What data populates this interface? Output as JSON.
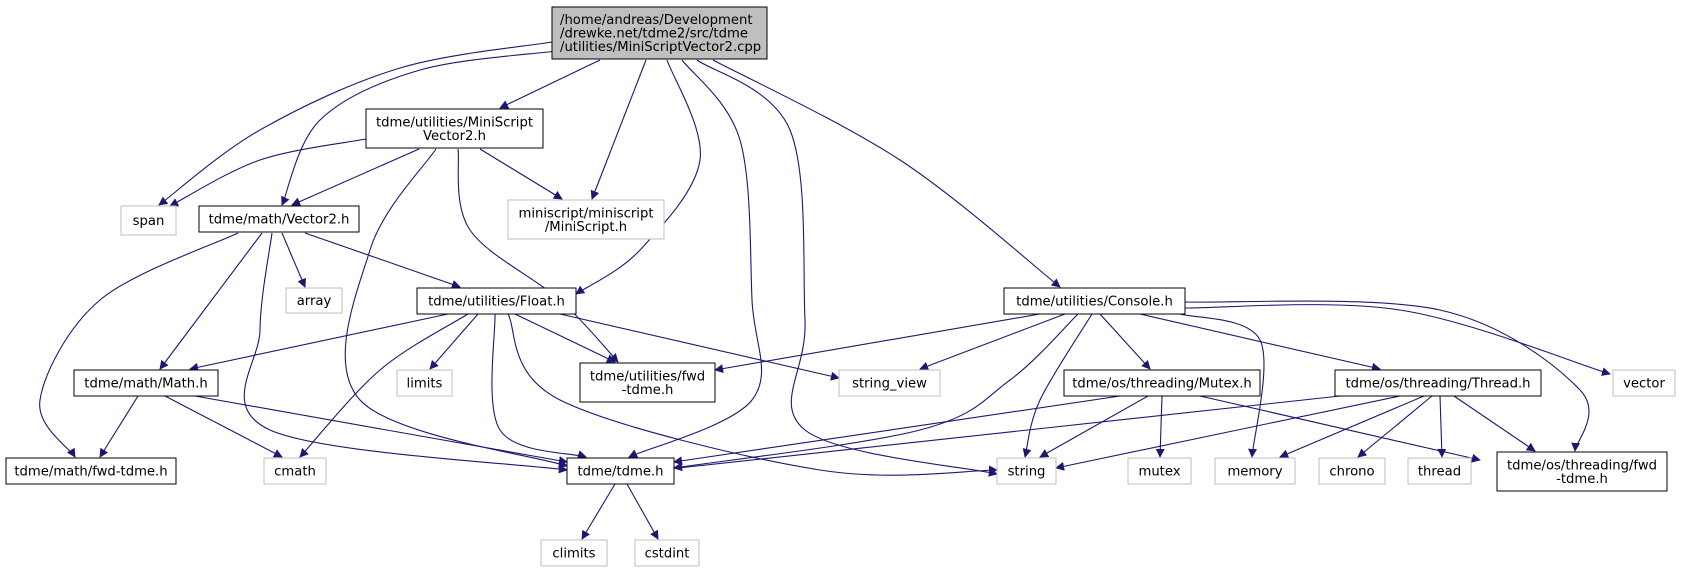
{
  "colors": {
    "edge": "#191970",
    "root_fill": "#bfbfbf",
    "node_border": "#000000",
    "external_border": "#bfbfbf",
    "external_text": "#555555",
    "background": "#ffffff"
  },
  "nodes": [
    {
      "id": "root",
      "kind": "root",
      "lines": [
        "/home/andreas/Development",
        "/drewke.net/tdme2/src/tdme",
        "/utilities/MiniScriptVector2.cpp"
      ]
    },
    {
      "id": "miniscriptvector2_h",
      "kind": "internal",
      "lines": [
        "tdme/utilities/MiniScript",
        "Vector2.h"
      ]
    },
    {
      "id": "span",
      "kind": "external",
      "lines": [
        "span"
      ]
    },
    {
      "id": "vector2_h",
      "kind": "internal",
      "lines": [
        "tdme/math/Vector2.h"
      ]
    },
    {
      "id": "miniscript_h",
      "kind": "external",
      "lines": [
        "miniscript/miniscript",
        "/MiniScript.h"
      ]
    },
    {
      "id": "array",
      "kind": "external",
      "lines": [
        "array"
      ]
    },
    {
      "id": "float_h",
      "kind": "internal",
      "lines": [
        "tdme/utilities/Float.h"
      ]
    },
    {
      "id": "console_h",
      "kind": "internal",
      "lines": [
        "tdme/utilities/Console.h"
      ]
    },
    {
      "id": "math_h",
      "kind": "internal",
      "lines": [
        "tdme/math/Math.h"
      ]
    },
    {
      "id": "limits",
      "kind": "external",
      "lines": [
        "limits"
      ]
    },
    {
      "id": "utilities_fwd",
      "kind": "internal",
      "lines": [
        "tdme/utilities/fwd",
        "-tdme.h"
      ]
    },
    {
      "id": "string_view",
      "kind": "external",
      "lines": [
        "string_view"
      ]
    },
    {
      "id": "mutex_h",
      "kind": "internal",
      "lines": [
        "tdme/os/threading/Mutex.h"
      ]
    },
    {
      "id": "thread_h",
      "kind": "internal",
      "lines": [
        "tdme/os/threading/Thread.h"
      ]
    },
    {
      "id": "vector",
      "kind": "external",
      "lines": [
        "vector"
      ]
    },
    {
      "id": "math_fwd",
      "kind": "internal",
      "lines": [
        "tdme/math/fwd-tdme.h"
      ]
    },
    {
      "id": "cmath",
      "kind": "external",
      "lines": [
        "cmath"
      ]
    },
    {
      "id": "tdme_h",
      "kind": "internal",
      "lines": [
        "tdme/tdme.h"
      ]
    },
    {
      "id": "string",
      "kind": "external",
      "lines": [
        "string"
      ]
    },
    {
      "id": "mutex",
      "kind": "external",
      "lines": [
        "mutex"
      ]
    },
    {
      "id": "memory",
      "kind": "external",
      "lines": [
        "memory"
      ]
    },
    {
      "id": "chrono",
      "kind": "external",
      "lines": [
        "chrono"
      ]
    },
    {
      "id": "thread",
      "kind": "external",
      "lines": [
        "thread"
      ]
    },
    {
      "id": "threading_fwd",
      "kind": "internal",
      "lines": [
        "tdme/os/threading/fwd",
        "-tdme.h"
      ]
    },
    {
      "id": "climits",
      "kind": "external",
      "lines": [
        "climits"
      ]
    },
    {
      "id": "cstdint",
      "kind": "external",
      "lines": [
        "cstdint"
      ]
    }
  ],
  "edges": [
    {
      "from": "root",
      "to": "miniscriptvector2_h"
    },
    {
      "from": "root",
      "to": "span"
    },
    {
      "from": "root",
      "to": "vector2_h"
    },
    {
      "from": "root",
      "to": "miniscript_h"
    },
    {
      "from": "root",
      "to": "float_h"
    },
    {
      "from": "root",
      "to": "tdme_h"
    },
    {
      "from": "root",
      "to": "string"
    },
    {
      "from": "root",
      "to": "console_h"
    },
    {
      "from": "miniscriptvector2_h",
      "to": "span"
    },
    {
      "from": "miniscriptvector2_h",
      "to": "vector2_h"
    },
    {
      "from": "miniscriptvector2_h",
      "to": "miniscript_h"
    },
    {
      "from": "miniscriptvector2_h",
      "to": "tdme_h"
    },
    {
      "from": "miniscriptvector2_h",
      "to": "utilities_fwd"
    },
    {
      "from": "vector2_h",
      "to": "array"
    },
    {
      "from": "vector2_h",
      "to": "float_h"
    },
    {
      "from": "vector2_h",
      "to": "math_h"
    },
    {
      "from": "vector2_h",
      "to": "math_fwd"
    },
    {
      "from": "vector2_h",
      "to": "tdme_h"
    },
    {
      "from": "float_h",
      "to": "math_h"
    },
    {
      "from": "float_h",
      "to": "limits"
    },
    {
      "from": "float_h",
      "to": "utilities_fwd"
    },
    {
      "from": "float_h",
      "to": "string_view"
    },
    {
      "from": "float_h",
      "to": "cmath"
    },
    {
      "from": "float_h",
      "to": "tdme_h"
    },
    {
      "from": "float_h",
      "to": "string"
    },
    {
      "from": "math_h",
      "to": "math_fwd"
    },
    {
      "from": "math_h",
      "to": "cmath"
    },
    {
      "from": "math_h",
      "to": "tdme_h"
    },
    {
      "from": "console_h",
      "to": "utilities_fwd"
    },
    {
      "from": "console_h",
      "to": "string_view"
    },
    {
      "from": "console_h",
      "to": "tdme_h"
    },
    {
      "from": "console_h",
      "to": "string"
    },
    {
      "from": "console_h",
      "to": "mutex_h"
    },
    {
      "from": "console_h",
      "to": "memory"
    },
    {
      "from": "console_h",
      "to": "thread_h"
    },
    {
      "from": "console_h",
      "to": "threading_fwd"
    },
    {
      "from": "console_h",
      "to": "vector"
    },
    {
      "from": "mutex_h",
      "to": "tdme_h"
    },
    {
      "from": "mutex_h",
      "to": "string"
    },
    {
      "from": "mutex_h",
      "to": "mutex"
    },
    {
      "from": "mutex_h",
      "to": "threading_fwd"
    },
    {
      "from": "thread_h",
      "to": "tdme_h"
    },
    {
      "from": "thread_h",
      "to": "string"
    },
    {
      "from": "thread_h",
      "to": "memory"
    },
    {
      "from": "thread_h",
      "to": "chrono"
    },
    {
      "from": "thread_h",
      "to": "thread"
    },
    {
      "from": "thread_h",
      "to": "threading_fwd"
    },
    {
      "from": "tdme_h",
      "to": "climits"
    },
    {
      "from": "tdme_h",
      "to": "cstdint"
    }
  ]
}
